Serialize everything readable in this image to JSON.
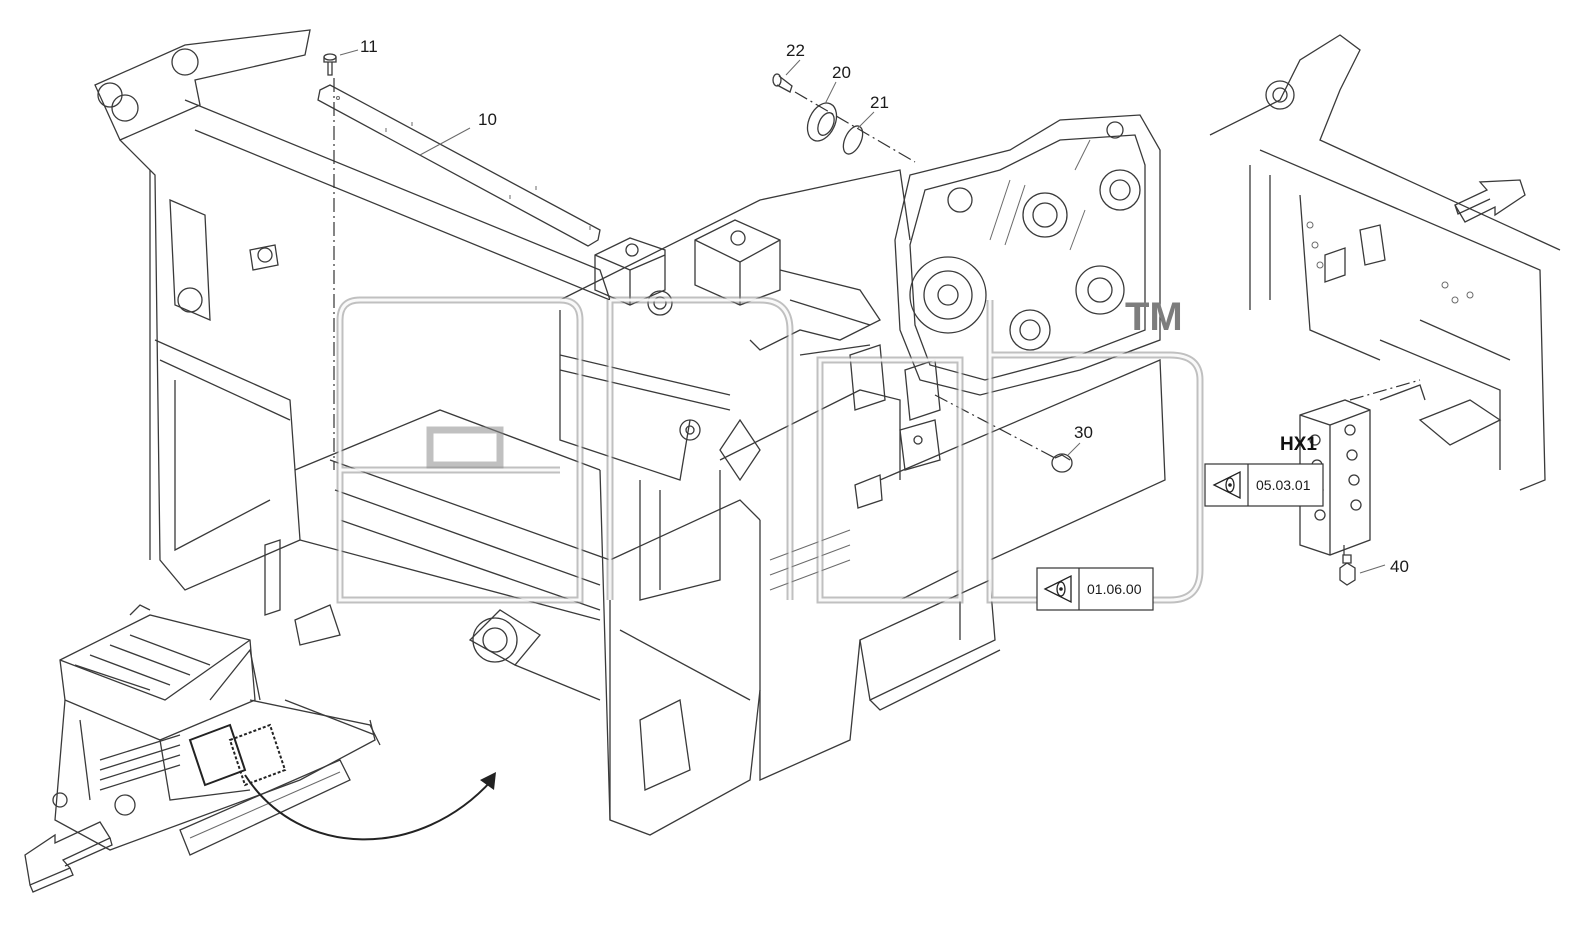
{
  "callouts": {
    "c11": "11",
    "c10": "10",
    "c22": "22",
    "c20": "20",
    "c21": "21",
    "c30": "30",
    "c40": "40"
  },
  "refs": {
    "ref1": "05.03.01",
    "ref2": "01.06.00"
  },
  "labels": {
    "hx": "HX1",
    "tm": "TM"
  },
  "icons": {
    "ref_box_icon": "eye-icon",
    "view_arrow": "arrow-icon"
  }
}
